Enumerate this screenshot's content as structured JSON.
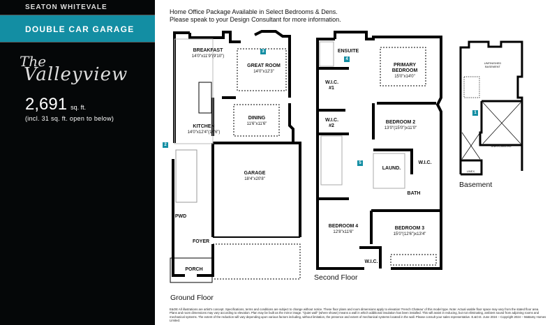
{
  "sidebar": {
    "community": "SEATON WHITEVALE",
    "garage_type": "DOUBLE CAR GARAGE",
    "model_the": "The",
    "model_name": "Valleyview",
    "sqft_value": "2,691",
    "sqft_unit": "sq. ft.",
    "sqft_note": "(incl. 31 sq. ft. open to below)",
    "accent_color": "#138ea3"
  },
  "notice": {
    "line1": "Home Office Package Available in Select Bedrooms & Dens.",
    "line2": "Please speak to your Design Consultant for more information."
  },
  "ground_floor": {
    "label": "Ground Floor",
    "rooms": [
      {
        "name": "BREAKFAST",
        "dim": "14'0\"x11'9\"(9'10\")"
      },
      {
        "name": "GREAT ROOM",
        "dim": "14'0\"x12'3\""
      },
      {
        "name": "KITCHEN",
        "dim": "14'0\"x12'4\"(14'6\")"
      },
      {
        "name": "DINING",
        "dim": "11'6\"x11'6\""
      },
      {
        "name": "GARAGE",
        "dim": "18'4\"x20'8\""
      },
      {
        "name": "PWD",
        "dim": ""
      },
      {
        "name": "FOYER",
        "dim": ""
      },
      {
        "name": "PORCH",
        "dim": ""
      }
    ],
    "badges": [
      "2",
      "3"
    ]
  },
  "second_floor": {
    "label": "Second Floor",
    "rooms": [
      {
        "name": "ENSUITE",
        "dim": ""
      },
      {
        "name": "PRIMARY BEDROOM",
        "dim": "15'0\"x14'0\""
      },
      {
        "name": "W.I.C. #1",
        "dim": ""
      },
      {
        "name": "W.I.C. #2",
        "dim": ""
      },
      {
        "name": "BEDROOM 2",
        "dim": "13'0\"(15'0\")x11'0\""
      },
      {
        "name": "W.I.C.",
        "dim": ""
      },
      {
        "name": "LAUND.",
        "dim": ""
      },
      {
        "name": "BATH",
        "dim": ""
      },
      {
        "name": "BEDROOM 4",
        "dim": "12'8\"x11'6\""
      },
      {
        "name": "BEDROOM 3",
        "dim": "15'0\"(12'6\")x13'4\""
      },
      {
        "name": "W.I.C.",
        "dim": ""
      }
    ],
    "badges": [
      "4",
      "5"
    ]
  },
  "basement": {
    "label": "Basement",
    "rooms": [
      {
        "name": "UNFINISHED BASEMENT"
      },
      {
        "name": "UNEXCAVATED"
      },
      {
        "name": "UNEX."
      }
    ],
    "badges": [
      "1"
    ]
  },
  "disclaimer": "E&OE All illustrations are artist's concept. Specifications, terms and conditions are subject to change without notice. These floor plans and room dimensions apply to elevation 'French Chateau' of this model type. Note: Actual usable floor space may vary from the stated floor area. Plans and room dimensions may vary according to elevation. Plan may be built as the mirror image. \"Quiet wall\" (where shown) means a wall in which additional insulation has been installed. This will assist in reducing, but not eliminating, ambient sound from adjoining rooms and mechanical systems. The extent of the reduction will vary depending upon various factors including, without limitation, the presence and extent of mechanical systems located in the wall. Please consult your sales representative. E.&O.E. June 2024 – Copyright 2024 – Mattamy Homes Limited."
}
